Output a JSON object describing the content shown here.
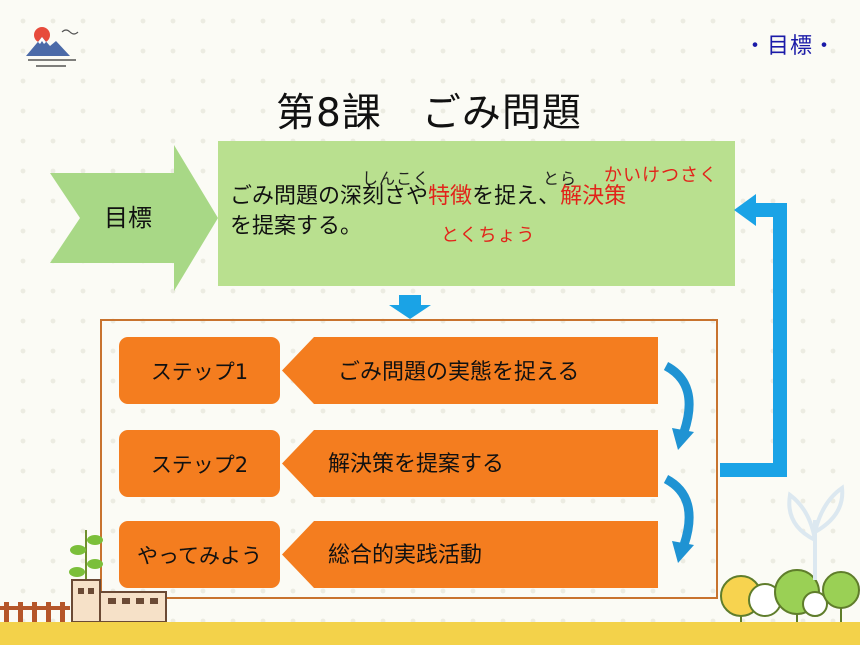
{
  "tag": "・目標・",
  "title": "第8課　ごみ問題",
  "goal": {
    "label": "目標",
    "line1": [
      {
        "text": "ごみ問題の",
        "red": false
      },
      {
        "text": "深刻",
        "red": false
      },
      {
        "text": "さや",
        "red": false
      },
      {
        "text": "特徴",
        "red": true
      },
      {
        "text": "を",
        "red": false
      },
      {
        "text": "捉",
        "red": false
      },
      {
        "text": "え、",
        "red": false
      },
      {
        "text": "解決策",
        "red": true
      }
    ],
    "line2": "を提案する。",
    "ruby_shinkoku": "しんこく",
    "ruby_tora": "とら",
    "ruby_kaiketsusaku": "かいけつさく",
    "ruby_tokuchou": "とくちょう"
  },
  "steps": [
    {
      "label": "ステップ1",
      "text": "ごみ問題の実態を捉える"
    },
    {
      "label": "ステップ2",
      "text": "解決策を提案する"
    },
    {
      "label": "やってみよう",
      "text": "総合的実践活動"
    }
  ],
  "colors": {
    "orange": "#f47d1f",
    "green_box": "#b9e08f",
    "green_arrow": "#a8d886",
    "blue": "#1aa3e6",
    "red_text": "#e2231a"
  }
}
